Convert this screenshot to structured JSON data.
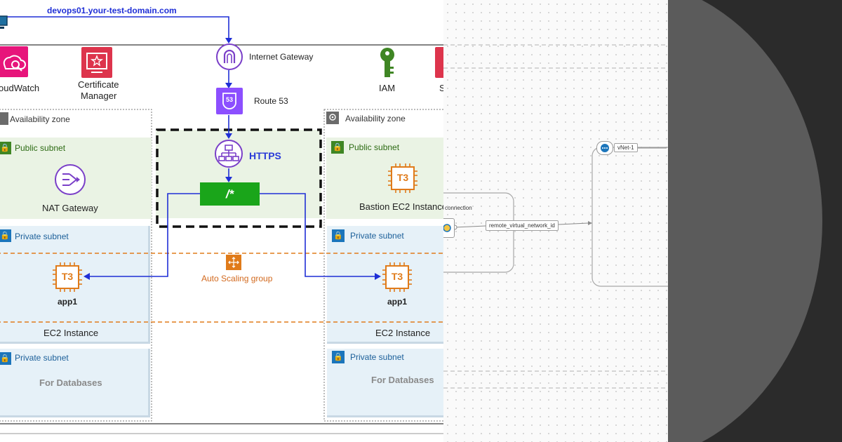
{
  "aws": {
    "domain_label": "devops01.your-test-domain.com",
    "services": {
      "cloudwatch": "oudWatch",
      "certificate_manager_line1": "Certificate",
      "certificate_manager_line2": "Manager",
      "internet_gateway": "Internet Gateway",
      "route53": "Route 53",
      "route53_badge": "53",
      "iam": "IAM",
      "right_cut": "S"
    },
    "zones": {
      "left": "Availability zone",
      "right": "Availability zone"
    },
    "subnets": {
      "public_left": "Public subnet",
      "public_right": "Public subnet",
      "private_left": "Private subnet",
      "private_right": "Private subnet",
      "db_left": "Private subnet",
      "db_right": "Private subnet"
    },
    "nat_gateway": "NAT Gateway",
    "bastion": "Bastion EC2 Instance",
    "https_label": "HTTPS",
    "path_rule": "/*",
    "auto_scaling": "Auto Scaling group",
    "t3_label": "T3",
    "app_left": "app1",
    "app_right": "app1",
    "ec2_left": "EC2 Instance",
    "ec2_right": "EC2 Instance",
    "db_text_left": "For Databases",
    "db_text_right": "For Databases",
    "colors": {
      "line_blue": "#1f2fd6",
      "route53_purple": "#8c4fff",
      "orange": "#e07b1a",
      "green_rule": "#1aa51a",
      "cloudwatch_pink": "#e7157b",
      "cert_red": "#dd344c",
      "iam_green": "#3f8624"
    }
  },
  "terraform": {
    "connection_label": "connection",
    "edge_label": "remote_virtual_network_id",
    "vnet_label": "vNet-1"
  }
}
